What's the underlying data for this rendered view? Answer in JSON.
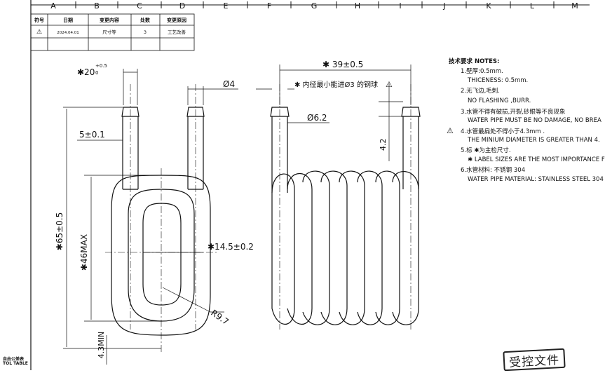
{
  "column_letters": [
    "A",
    "B",
    "C",
    "D",
    "E",
    "F",
    "G",
    "H",
    "I",
    "J",
    "K",
    "L",
    "M"
  ],
  "revision_table": {
    "headers": [
      "符号",
      "日期",
      "变更内容",
      "处数",
      "变更原因"
    ],
    "rows": [
      {
        "symbol": "⚠",
        "date": "2024.04.01",
        "content": "尺寸等",
        "count": "3",
        "reason": "工艺改善"
      }
    ]
  },
  "dimensions": {
    "top_width": "✱20",
    "top_width_tol_upper": "+0.5",
    "top_width_tol_lower": "0",
    "pipe_diameter": "Ø4",
    "length_5": "5±0.1",
    "total_height": "✱65±0.5",
    "inner_height": "✱46MAX",
    "width_14_5": "✱14.5±0.2",
    "radius": "R9.7",
    "min_height": "4.3MIN",
    "coil_width": "✱ 39±0.5",
    "ball_note": "✱ 内径最小能进Ø3 的钢球",
    "outer_diameter": "Ø6.2",
    "offset_4_2": "4.2"
  },
  "notes": {
    "title": "技术要求 NOTES:",
    "items": [
      {
        "cn": "1.壁厚:0.5mm.",
        "en": "THICENESS: 0.5mm."
      },
      {
        "cn": "2.无飞边,毛刺.",
        "en": "NO FLASHING ,BURR."
      },
      {
        "cn": "3.水管不得有破损,开裂,砂眼等不良现象",
        "en": "WATER PIPE MUST BE NO DAMAGE, NO BREA"
      },
      {
        "cn": "4.水管最扁处不得小于4.3mm .",
        "en": "THE MINIUM DIAMETER IS GREATER THAN 4."
      },
      {
        "cn": "5.标 ✱为主检尺寸.",
        "en": "✱ LABEL SIZES  ARE THE MOST IMPORTANCE F"
      },
      {
        "cn": "6.水管材料: 不锈钢 304",
        "en": "WATER PIPE MATERIAL: STAINLESS STEEL 304"
      }
    ],
    "warning_symbol": "⚠"
  },
  "tolerance_label_cn": "自由公差表",
  "tolerance_label_en": "TOL TABLE",
  "stamp_text": "受控文件"
}
